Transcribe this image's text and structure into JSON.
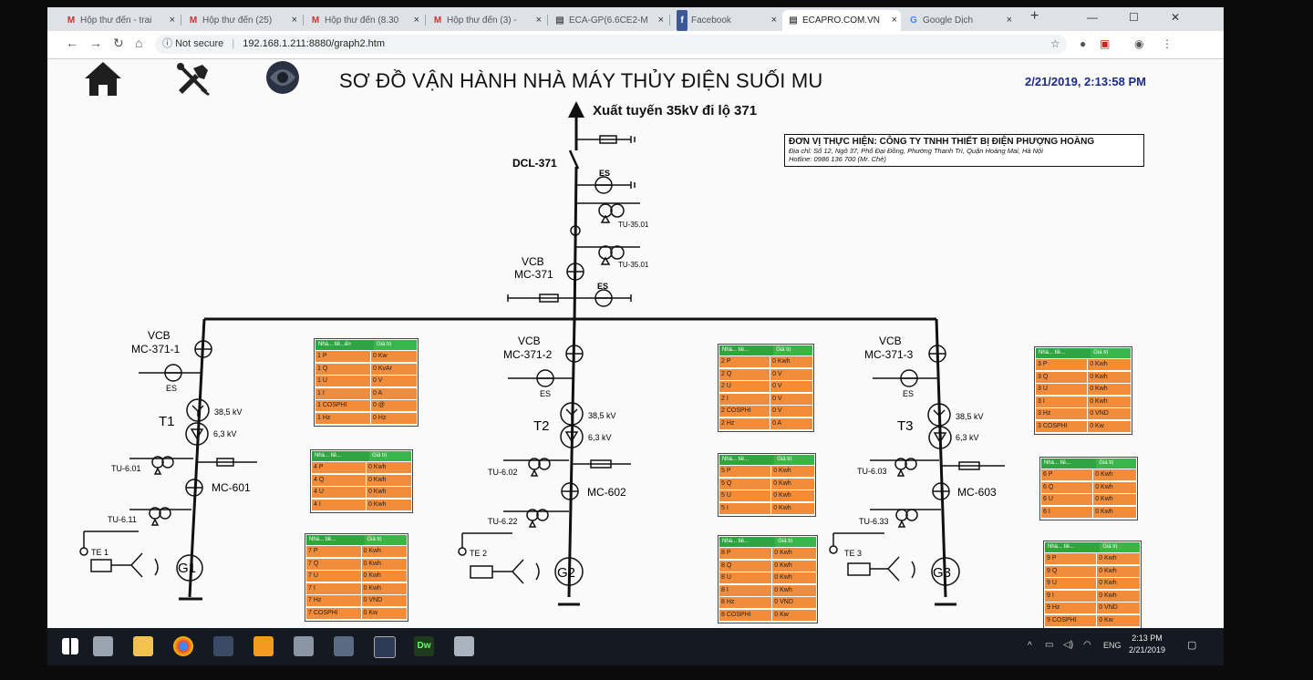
{
  "browser": {
    "tabs": [
      {
        "label": "Hộp thư đến - trai",
        "icon": "gmail-icon"
      },
      {
        "label": "Hộp thư đến (25)",
        "icon": "gmail-icon"
      },
      {
        "label": "Hộp thư đến (8.30",
        "icon": "gmail-icon"
      },
      {
        "label": "Hộp thư đến (3) -",
        "icon": "gmail-icon"
      },
      {
        "label": "ECA-GP(6.6CE2-M",
        "icon": "page-icon"
      },
      {
        "label": "Facebook",
        "icon": "facebook-icon"
      },
      {
        "label": "ECAPRO.COM.VN",
        "icon": "page-icon",
        "active": true
      },
      {
        "label": "Google Dịch",
        "icon": "translate-icon"
      }
    ],
    "security": "Not secure",
    "url": "192.168.1.211:8880/graph2.htm"
  },
  "page": {
    "title": "SƠ ĐỒ VẬN HÀNH NHÀ MÁY THỦY ĐIỆN SUỐI MU",
    "datetime": "2/21/2019, 2:13:58 PM",
    "feeder_label": "Xuất tuyến 35kV đi lộ 371",
    "info": {
      "line1": "ĐƠN VỊ THỰC HIỆN: CÔNG TY TNHH THIẾT BỊ ĐIỆN PHƯỢNG HOÀNG",
      "line2": "Địa chỉ: Số 12, Ngõ 37, Phố Đại Đồng, Phường Thanh Trì, Quận Hoàng Mai, Hà Nội",
      "line3": "Hotline: 0986 136 700 (Mr. Chè)"
    }
  },
  "diagram": {
    "dcl": "DCL-371",
    "es": "ES",
    "tu35": "TU-35.01",
    "vcb": "VCB",
    "mc371": "MC-371",
    "kv38": "38,5 kV",
    "kv63": "6,3 kV",
    "units": [
      {
        "vcb": "VCB",
        "mc": "MC-371-1",
        "t": "T1",
        "tu601": "TU-6.01",
        "mc6": "MC-601",
        "tu611": "TU-6.11",
        "te": "TE 1",
        "g": "G1"
      },
      {
        "vcb": "VCB",
        "mc": "MC-371-2",
        "t": "T2",
        "tu601": "TU-6.02",
        "mc6": "MC-602",
        "tu611": "TU-6.22",
        "te": "TE 2",
        "g": "G2"
      },
      {
        "vcb": "VCB",
        "mc": "MC-371-3",
        "t": "T3",
        "tu601": "TU-6.03",
        "mc6": "MC-603",
        "tu611": "TU-6.33",
        "te": "TE 3",
        "g": "G3"
      }
    ]
  },
  "tables": [
    {
      "h1": "Nhà... tiê...ến",
      "h2": "Giá trị",
      "rows": [
        [
          "1 P",
          "0 Kw"
        ],
        [
          "1 Q",
          "0 KvAr"
        ],
        [
          "1 U",
          "0 V"
        ],
        [
          "1 I",
          "0 A"
        ],
        [
          "1 COSPHI",
          "0 @"
        ],
        [
          "1 Hz",
          "0 Hz"
        ]
      ]
    },
    {
      "h1": "Nhà... tiê...",
      "h2": "Giá trị",
      "rows": [
        [
          "4 P",
          "0 Kwh"
        ],
        [
          "4 Q",
          "0 Kwh"
        ],
        [
          "4 U",
          "0 Kwh"
        ],
        [
          "4 I",
          "0 Kwh"
        ]
      ]
    },
    {
      "h1": "Nhà... tiê...",
      "h2": "Giá trị",
      "rows": [
        [
          "7 P",
          "0 Kwh"
        ],
        [
          "7 Q",
          "0 Kwh"
        ],
        [
          "7 U",
          "0 Kwh"
        ],
        [
          "7 I",
          "0 Kwh"
        ],
        [
          "7 Hz",
          "0 VND"
        ],
        [
          "7 COSPHI",
          "0 Kw"
        ]
      ]
    },
    {
      "h1": "Nhà... tiê...",
      "h2": "Giá trị",
      "rows": [
        [
          "2 P",
          "0 Kwh"
        ],
        [
          "2 Q",
          "0 V"
        ],
        [
          "2 U",
          "0 V"
        ],
        [
          "2 I",
          "0 V"
        ],
        [
          "2 COSPHI",
          "0 V"
        ],
        [
          "2 Hz",
          "0 A"
        ]
      ]
    },
    {
      "h1": "Nhà... tiê...",
      "h2": "Giá trị",
      "rows": [
        [
          "5 P",
          "0 Kwh"
        ],
        [
          "5 Q",
          "0 Kwh"
        ],
        [
          "5 U",
          "0 Kwh"
        ],
        [
          "5 I",
          "0 Kwh"
        ]
      ]
    },
    {
      "h1": "Nhà... tiê...",
      "h2": "Giá trị",
      "rows": [
        [
          "8 P",
          "0 Kwh"
        ],
        [
          "8 Q",
          "0 Kwh"
        ],
        [
          "8 U",
          "0 Kwh"
        ],
        [
          "8 I",
          "0 Kwh"
        ],
        [
          "8 Hz",
          "0 VND"
        ],
        [
          "8 COSPHI",
          "0 Kw"
        ]
      ]
    },
    {
      "h1": "Nhà... tiê...",
      "h2": "Giá trị",
      "rows": [
        [
          "3 P",
          "0 Kwh"
        ],
        [
          "3 Q",
          "0 Kwh"
        ],
        [
          "3 U",
          "0 Kwh"
        ],
        [
          "3 I",
          "0 Kwh"
        ],
        [
          "3 Hz",
          "0 VND"
        ],
        [
          "3 COSPHI",
          "0 Kw"
        ]
      ]
    },
    {
      "h1": "Nhà... tiê...",
      "h2": "Giá trị",
      "rows": [
        [
          "6 P",
          "0 Kwh"
        ],
        [
          "6 Q",
          "0 Kwh"
        ],
        [
          "6 U",
          "0 Kwh"
        ],
        [
          "6 I",
          "0 Kwh"
        ]
      ]
    },
    {
      "h1": "Nhà... tiê...",
      "h2": "Giá trị",
      "rows": [
        [
          "9 P",
          "0 Kwh"
        ],
        [
          "9 Q",
          "0 Kwh"
        ],
        [
          "9 U",
          "0 Kwh"
        ],
        [
          "9 I",
          "0 Kwh"
        ],
        [
          "9 Hz",
          "0 VND"
        ],
        [
          "9 COSPHI",
          "0 Kw"
        ]
      ]
    }
  ],
  "taskbar": {
    "lang": "ENG",
    "time": "2:13 PM",
    "date": "2/21/2019",
    "apps": [
      "windows-start-icon",
      "task-view-icon",
      "file-explorer-icon",
      "chrome-icon",
      "app-icon",
      "app-icon",
      "app-icon",
      "app-icon",
      "image-viewer-icon",
      "dreamweaver-icon",
      "network-app-icon"
    ]
  }
}
